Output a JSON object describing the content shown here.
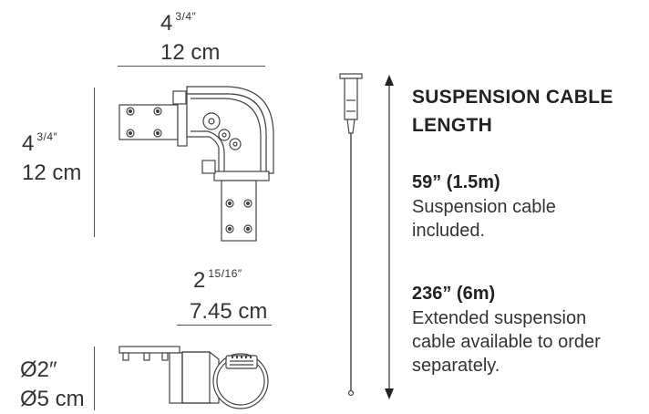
{
  "top_width": {
    "whole": "4",
    "fraction": "3/4″",
    "metric": "12 cm"
  },
  "side_height": {
    "whole": "4",
    "fraction": "3/4″",
    "metric": "12 cm"
  },
  "side_view_width": {
    "whole": "2",
    "fraction": "15/16″",
    "metric": "7.45 cm"
  },
  "diameter": {
    "imperial": "Ø2″",
    "metric": "Ø5 cm"
  },
  "suspension": {
    "heading_line1": "SUSPENSION CABLE",
    "heading_line2": "LENGTH",
    "option1_value": "59” (1.5m)",
    "option1_desc_line1": "Suspension cable",
    "option1_desc_line2": "included.",
    "option2_value": "236” (6m)",
    "option2_desc_line1": "Extended suspension",
    "option2_desc_line2": "cable available to order",
    "option2_desc_line3": "separately."
  }
}
